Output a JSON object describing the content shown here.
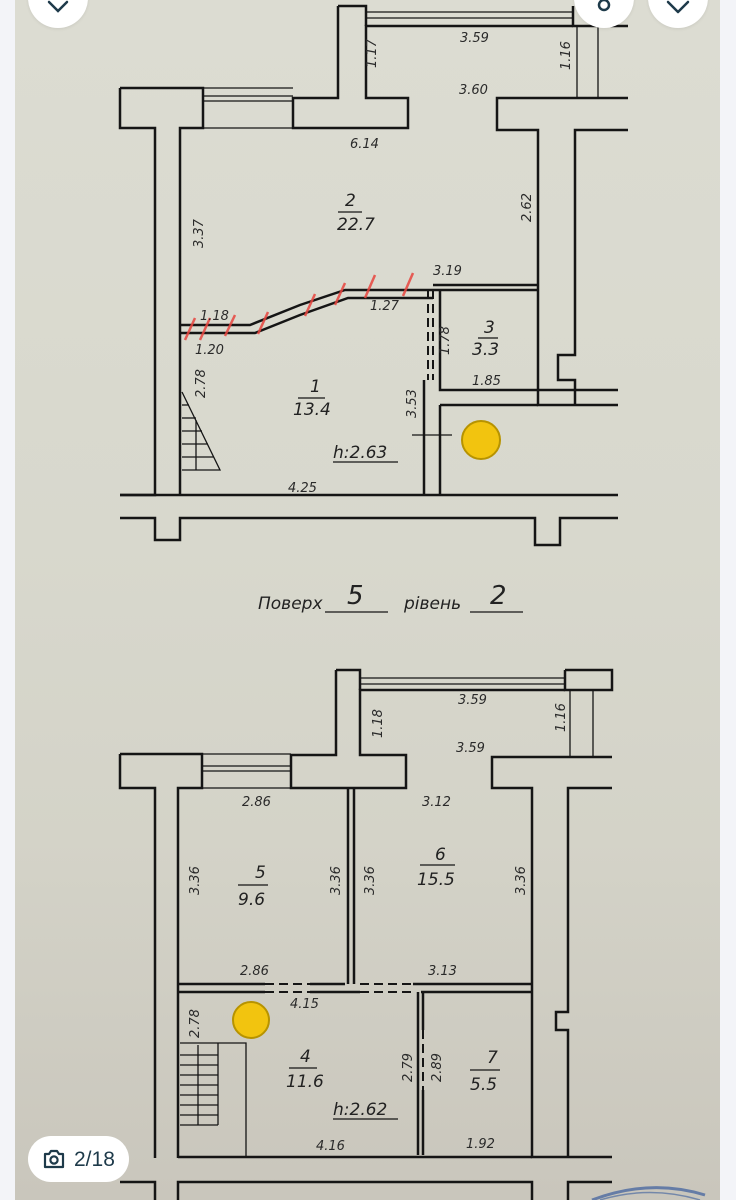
{
  "viewer": {
    "close_icon": "close-icon",
    "share_icon": "share-icon",
    "favorite_icon": "heart-icon",
    "counter": {
      "icon": "camera-icon",
      "label": "2/18"
    }
  },
  "plan": {
    "upper": {
      "rooms": [
        {
          "number": "2",
          "area": "22.7"
        },
        {
          "number": "1",
          "area": "13.4"
        },
        {
          "number": "3",
          "area": "3.3"
        }
      ],
      "height": "h:2.63",
      "dims": {
        "balcony_top": "3.59",
        "balcony_left": "1.17",
        "balcony_right": "1.16",
        "balcony_inner": "3.60",
        "room2_top": "6.14",
        "room2_left": "3.37",
        "room2_right": "2.62",
        "room3_top": "3.19",
        "stair_a": "1.18",
        "stair_b": "1.20",
        "stair_c": "1.27",
        "room3_side": "1.78",
        "room3_bottom": "1.85",
        "room1_left": "2.78",
        "room1_right": "3.53",
        "room1_bottom": "4.25"
      }
    },
    "caption": {
      "floor_label": "Поверх",
      "floor_value": "5",
      "level_label": "рівень",
      "level_value": "2"
    },
    "lower": {
      "rooms": [
        {
          "number": "5",
          "area": "9.6"
        },
        {
          "number": "6",
          "area": "15.5"
        },
        {
          "number": "4",
          "area": "11.6"
        },
        {
          "number": "7",
          "area": "5.5"
        }
      ],
      "height": "h:2.62",
      "dims": {
        "balcony_top": "3.59",
        "balcony_left": "1.18",
        "balcony_right": "1.16",
        "balcony_inner": "3.59",
        "room5_top": "2.86",
        "room6_top": "3.12",
        "room5_left": "3.36",
        "room5_right": "3.36",
        "room6_left": "3.36",
        "room6_right": "3.36",
        "room5_bottom": "2.86",
        "room6_bottom": "3.13",
        "room4_top": "4.15",
        "room4_left": "2.78",
        "room4_right_a": "2.79",
        "room4_right_b": "2.89",
        "room4_bottom": "4.16",
        "room7_bottom": "1.92"
      }
    },
    "colors": {
      "marker": "#f2c40f",
      "red_marks": "#e8463f",
      "ink": "#151515"
    }
  }
}
